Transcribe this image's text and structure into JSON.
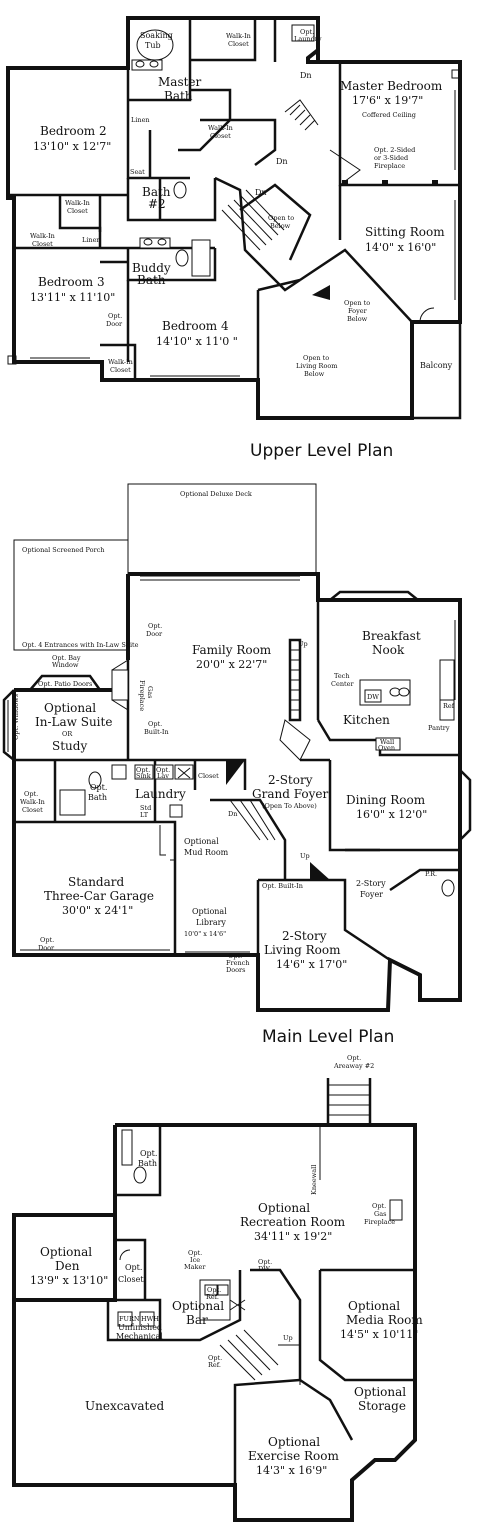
{
  "titles": {
    "upper": "Upper Level Plan",
    "main": "Main Level Plan"
  },
  "upper": {
    "master_bedroom": {
      "name": "Master Bedroom",
      "dim": "17'6\" x 19'7\"",
      "note": "Coffered Ceiling"
    },
    "master_bath": {
      "name": "Master",
      "name2": "Bath"
    },
    "soaking_tub": {
      "name": "Soaking",
      "name2": "Tub"
    },
    "walkin_closet_1": {
      "name": "Walk-In",
      "name2": "Closet"
    },
    "walkin_closet_2": {
      "name": "Walk-In",
      "name2": "Closet"
    },
    "linen_1": "Linen",
    "linen_2": "Linen",
    "seat": "Seat",
    "bath2": {
      "name": "Bath",
      "name2": "#2"
    },
    "opt_2sided": {
      "l1": "Opt. 2-Sided",
      "l2": "or 3-Sided",
      "l3": "Fireplace"
    },
    "bedroom2": {
      "name": "Bedroom 2",
      "dim": "13'10\" x 12'7\""
    },
    "walkin_closet_b2": {
      "name": "Walk-In",
      "name2": "Closet"
    },
    "walkin_closet_b3": {
      "name": "Walk-In",
      "name2": "Closet"
    },
    "bedroom3": {
      "name": "Bedroom 3",
      "dim": "13'11\" x 11'10\""
    },
    "buddy_bath": {
      "name": "Buddy",
      "name2": "Bath"
    },
    "bedroom4": {
      "name": "Bedroom 4",
      "dim": "14'10\" x 11'0 \""
    },
    "opt_door": {
      "l1": "Opt.",
      "l2": "Door"
    },
    "walkin_closet_b4": {
      "name": "Walk-In",
      "name2": "Closet"
    },
    "open_below": {
      "l1": "Open to",
      "l2": "Below"
    },
    "sitting_room": {
      "name": "Sitting Room",
      "dim": "14'0\" x 16'0\""
    },
    "open_foyer": {
      "l1": "Open to",
      "l2": "Foyer",
      "l3": "Below"
    },
    "open_living": {
      "l1": "Open to",
      "l2": "Living Room",
      "l3": "Below"
    },
    "balcony": "Balcony",
    "upper_dn": "Dn",
    "upper_dn2": "Dn",
    "upper_dn3": "Dn",
    "opt_laundry": {
      "l1": "Opt.",
      "l2": "Laundry"
    }
  },
  "main": {
    "deck": "Optional Deluxe Deck",
    "screened_porch": "Optional Screened Porch",
    "opt4": "Opt. 4 Entrances with In-Law Suite",
    "bay_window": {
      "l1": "Opt. Bay",
      "l2": "Window"
    },
    "patio_doors": "Opt. Patio Doors",
    "opt_windows": "Opt. Windows",
    "inlaw": {
      "l1": "Optional",
      "l2": "In-Law Suite",
      "l3": "OR",
      "l4": "Study"
    },
    "opt_walkin": {
      "l1": "Opt.",
      "l2": "Walk-In",
      "l3": "Closet"
    },
    "opt_bath": {
      "l1": "Opt.",
      "l2": "Bath"
    },
    "family_room": {
      "name": "Family Room",
      "dim": "20'0\" x 22'7\""
    },
    "opt_door": {
      "l1": "Opt.",
      "l2": "Door"
    },
    "gas_fireplace": {
      "l1": "Gas",
      "l2": "Fireplace"
    },
    "opt_builtin": {
      "l1": "Opt.",
      "l2": "Built-In"
    },
    "up1": "Up",
    "tech_center": {
      "l1": "Tech",
      "l2": "Center"
    },
    "breakfast": {
      "l1": "Breakfast",
      "l2": "Nook"
    },
    "kitchen": "Kitchen",
    "dw": "DW",
    "ref": "Ref",
    "pantry": "Pantry",
    "wall_oven": {
      "l1": "Wall",
      "l2": "Oven"
    },
    "closet": "Closet",
    "laundry": "Laundry",
    "opt_sink": {
      "l1": "Opt.",
      "l2": "Sink"
    },
    "opt_lav": {
      "l1": "Opt.",
      "l2": "Lav"
    },
    "std_lt": {
      "l1": "Std",
      "l2": "LT"
    },
    "grand_foyer": {
      "l1": "2-Story",
      "l2": "Grand Foyer",
      "l3": "(Open To Above)"
    },
    "dn": "Dn",
    "up2": "Up",
    "dining": {
      "name": "Dining Room",
      "dim": "16'0\" x 12'0\""
    },
    "mud_room": {
      "l1": "Optional",
      "l2": "Mud Room"
    },
    "garage": {
      "l1": "Standard",
      "l2": "Three-Car Garage",
      "dim": "30'0\" x 24'1\""
    },
    "opt_door2": {
      "l1": "Opt.",
      "l2": "Door"
    },
    "library": {
      "l1": "Optional",
      "l2": "Library",
      "dim": "10'0\" x 14'6\""
    },
    "french_doors": {
      "l1": "Opt.",
      "l2": "French",
      "l3": "Doors"
    },
    "opt_builtin2": "Opt. Built-In",
    "living": {
      "l1": "2-Story",
      "l2": "Living Room",
      "dim": "14'6\" x 17'0\""
    },
    "foyer2": {
      "l1": "2-Story",
      "l2": "Foyer"
    },
    "pr": "P.R."
  },
  "lower": {
    "areaway": {
      "l1": "Opt.",
      "l2": "Areaway #2"
    },
    "opt_bath": {
      "l1": "Opt.",
      "l2": "Bath"
    },
    "kneewall": "Kneewall",
    "rec_room": {
      "l1": "Optional",
      "l2": "Recreation Room",
      "dim": "34'11\" x 19'2\""
    },
    "gas_fp": {
      "l1": "Opt.",
      "l2": "Gas",
      "l3": "Fireplace"
    },
    "den": {
      "l1": "Optional",
      "l2": "Den",
      "dim": "13'9\" x 13'10\""
    },
    "opt_closet": {
      "l1": "Opt.",
      "l2": "Closet"
    },
    "ice_maker": {
      "l1": "Opt.",
      "l2": "Ice",
      "l3": "Maker"
    },
    "opt_ref": {
      "l1": "Opt.",
      "l2": "Ref."
    },
    "opt_dw": {
      "l1": "Opt.",
      "l2": "DW"
    },
    "opt_bar": {
      "l1": "Optional",
      "l2": "Bar"
    },
    "opt_ref2": {
      "l1": "Opt.",
      "l2": "Ref."
    },
    "furn": "FURN",
    "hwh": "HWH",
    "unfinished": {
      "l1": "Unfinished",
      "l2": "Mechanical"
    },
    "media": {
      "l1": "Optional",
      "l2": "Media Room",
      "dim": "14'5\" x 10'11\""
    },
    "up": "Up",
    "unexcavated": "Unexcavated",
    "storage": {
      "l1": "Optional",
      "l2": "Storage"
    },
    "exercise": {
      "l1": "Optional",
      "l2": "Exercise Room",
      "dim": "14'3\" x 16'9\""
    }
  }
}
